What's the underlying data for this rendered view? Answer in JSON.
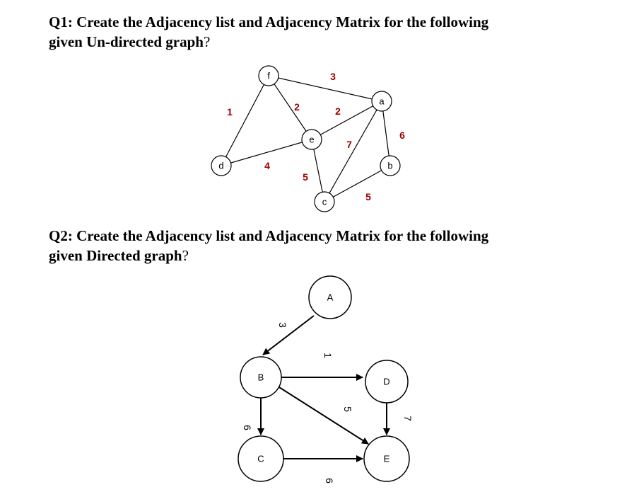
{
  "q1": {
    "title_line1": "Q1: Create the Adjacency list and Adjacency Matrix for the following",
    "title_line2": "given Un-directed graph",
    "qmark": "?"
  },
  "q2": {
    "title_line1": "Q2: Create the Adjacency list and Adjacency Matrix for the following",
    "title_line2": "given Directed graph",
    "qmark": "?"
  },
  "graph1": {
    "directed": false,
    "nodes": [
      "f",
      "a",
      "e",
      "d",
      "b",
      "c"
    ],
    "edges": [
      {
        "from": "f",
        "to": "a",
        "weight": "3"
      },
      {
        "from": "f",
        "to": "d",
        "weight": "1"
      },
      {
        "from": "f",
        "to": "e",
        "weight": "2"
      },
      {
        "from": "e",
        "to": "a",
        "weight": "2"
      },
      {
        "from": "d",
        "to": "e",
        "weight": "4"
      },
      {
        "from": "e",
        "to": "c",
        "weight": "5"
      },
      {
        "from": "a",
        "to": "c",
        "weight": "7"
      },
      {
        "from": "a",
        "to": "b",
        "weight": "6"
      },
      {
        "from": "c",
        "to": "b",
        "weight": "5"
      }
    ],
    "weight_color": "#a00000"
  },
  "graph2": {
    "directed": true,
    "nodes": [
      "A",
      "B",
      "C",
      "D",
      "E"
    ],
    "edges": [
      {
        "from": "A",
        "to": "B",
        "weight": "3"
      },
      {
        "from": "B",
        "to": "D",
        "weight": "1"
      },
      {
        "from": "B",
        "to": "E",
        "weight": "5"
      },
      {
        "from": "B",
        "to": "C",
        "weight": "6"
      },
      {
        "from": "D",
        "to": "E",
        "weight": "7"
      },
      {
        "from": "C",
        "to": "E",
        "weight": "6"
      }
    ]
  }
}
